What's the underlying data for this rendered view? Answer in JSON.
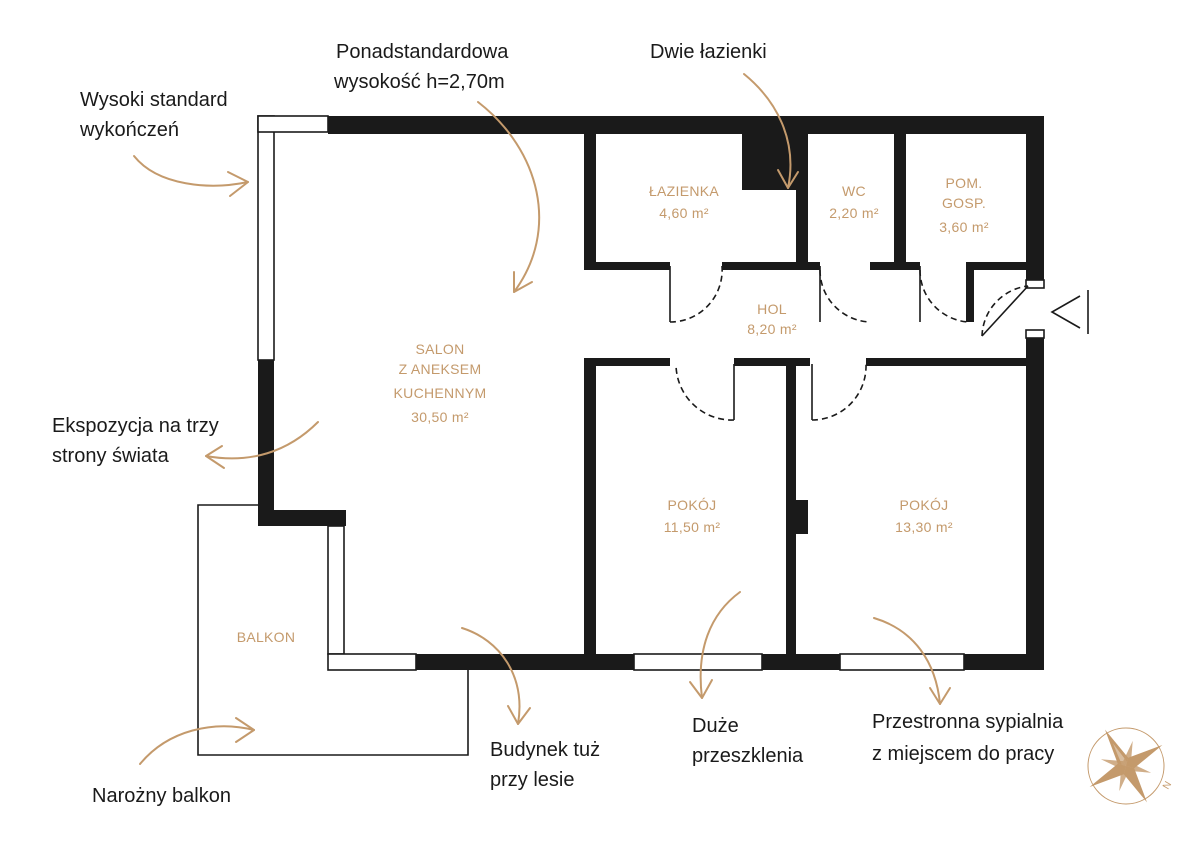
{
  "rooms": {
    "lazienka": {
      "name": "ŁAZIENKA",
      "area": "4,60 m²"
    },
    "wc": {
      "name": "WC",
      "area": "2,20 m²"
    },
    "pom": {
      "name1": "POM.",
      "name2": "GOSP.",
      "area": "3,60 m²"
    },
    "hol": {
      "name": "HOL",
      "area": "8,20 m²"
    },
    "salon": {
      "name1": "SALON",
      "name2": "Z ANEKSEM",
      "name3": "KUCHENNYM",
      "area": "30,50 m²"
    },
    "pokoj1": {
      "name": "POKÓJ",
      "area": "11,50 m²"
    },
    "pokoj2": {
      "name": "POKÓJ",
      "area": "13,30 m²"
    },
    "balkon": {
      "name": "BALKON"
    }
  },
  "annotations": {
    "wysokosc": {
      "line1": "Ponadstandardowa",
      "line2": "wysokość h=2,70m"
    },
    "lazienki": {
      "line1": "Dwie łazienki"
    },
    "standard": {
      "line1": "Wysoki standard",
      "line2": "wykończeń"
    },
    "ekspozycja": {
      "line1": "Ekspozycja na trzy",
      "line2": "strony świata"
    },
    "balkon": {
      "line1": "Narożny balkon"
    },
    "las": {
      "line1": "Budynek tuż",
      "line2": "przy lesie"
    },
    "przeszklenia": {
      "line1": "Duże",
      "line2": "przeszklenia"
    },
    "sypialnia": {
      "line1": "Przestronna sypialnia",
      "line2": "z miejscem do pracy"
    }
  },
  "compass": {
    "north_label": "N"
  },
  "colors": {
    "accent": "#c49a6c",
    "wall": "#1a1a1a"
  }
}
